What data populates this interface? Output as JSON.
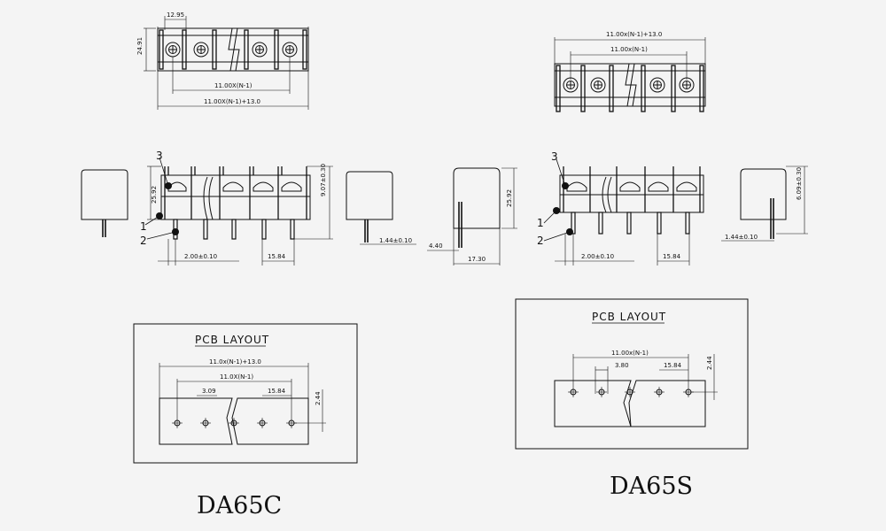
{
  "da65c": {
    "model": "DA65C",
    "top": {
      "pitch_label": "12.95",
      "height_label": "24.91",
      "inner_label": "11.00X(N-1)",
      "outer_label": "11.00X(N-1)+13.0"
    },
    "front": {
      "callout_1": "1",
      "callout_2": "2",
      "callout_3": "3",
      "height_label": "25.92",
      "pin_height_label": "9.07±0.30",
      "row_label": "2.00±0.10",
      "pitch_label": "15.84"
    },
    "side": {
      "pin_label": "1.44±0.10"
    },
    "pcb": {
      "title": "PCB LAYOUT",
      "outer_label": "11.0x(N-1)+13.0",
      "inner_label": "11.0X(N-1)",
      "offset_label": "3.09",
      "pitch_label": "15.84",
      "edge_label": "2.44"
    }
  },
  "middle_side": {
    "height_label": "25.92",
    "pin_offset_label": "4.40",
    "width_label": "17.30"
  },
  "da65s": {
    "model": "DA65S",
    "top": {
      "outer_label": "11.00x(N-1)+13.0",
      "inner_label": "11.00x(N-1)"
    },
    "front": {
      "callout_1": "1",
      "callout_2": "2",
      "callout_3": "3",
      "row_label": "2.00±0.10",
      "pitch_label": "15.84"
    },
    "side": {
      "pin_height_label": "6.09±0.30",
      "pin_label": "1.44±0.10"
    },
    "pcb": {
      "title": "PCB LAYOUT",
      "inner_label": "11.00x(N-1)",
      "offset_label": "3.80",
      "pitch_label": "15.84",
      "edge_label": "2.44"
    }
  }
}
